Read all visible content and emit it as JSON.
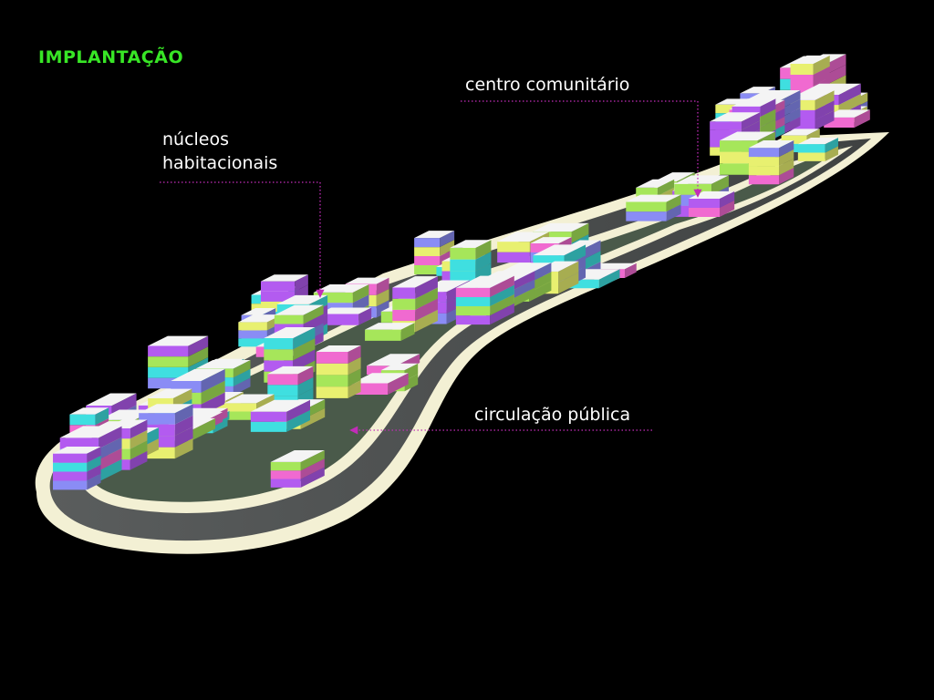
{
  "title": "IMPLANTAÇÃO",
  "labels": {
    "centro": "centro comunitário",
    "nucleos_line1": "núcleos",
    "nucleos_line2": "habitacionais",
    "circulacao": "circulação pública"
  },
  "colors": {
    "title": "#38e626",
    "leader": "#c22cb9",
    "road": "#515454",
    "road_edge": "#f3f0d4",
    "terrain": "#4a5a4a",
    "building_roof": "#f4f4f4",
    "building_palette": [
      "#b35bf0",
      "#3fdfe0",
      "#e8f070",
      "#f06ad0",
      "#a6e65a",
      "#8a8cf5"
    ]
  }
}
